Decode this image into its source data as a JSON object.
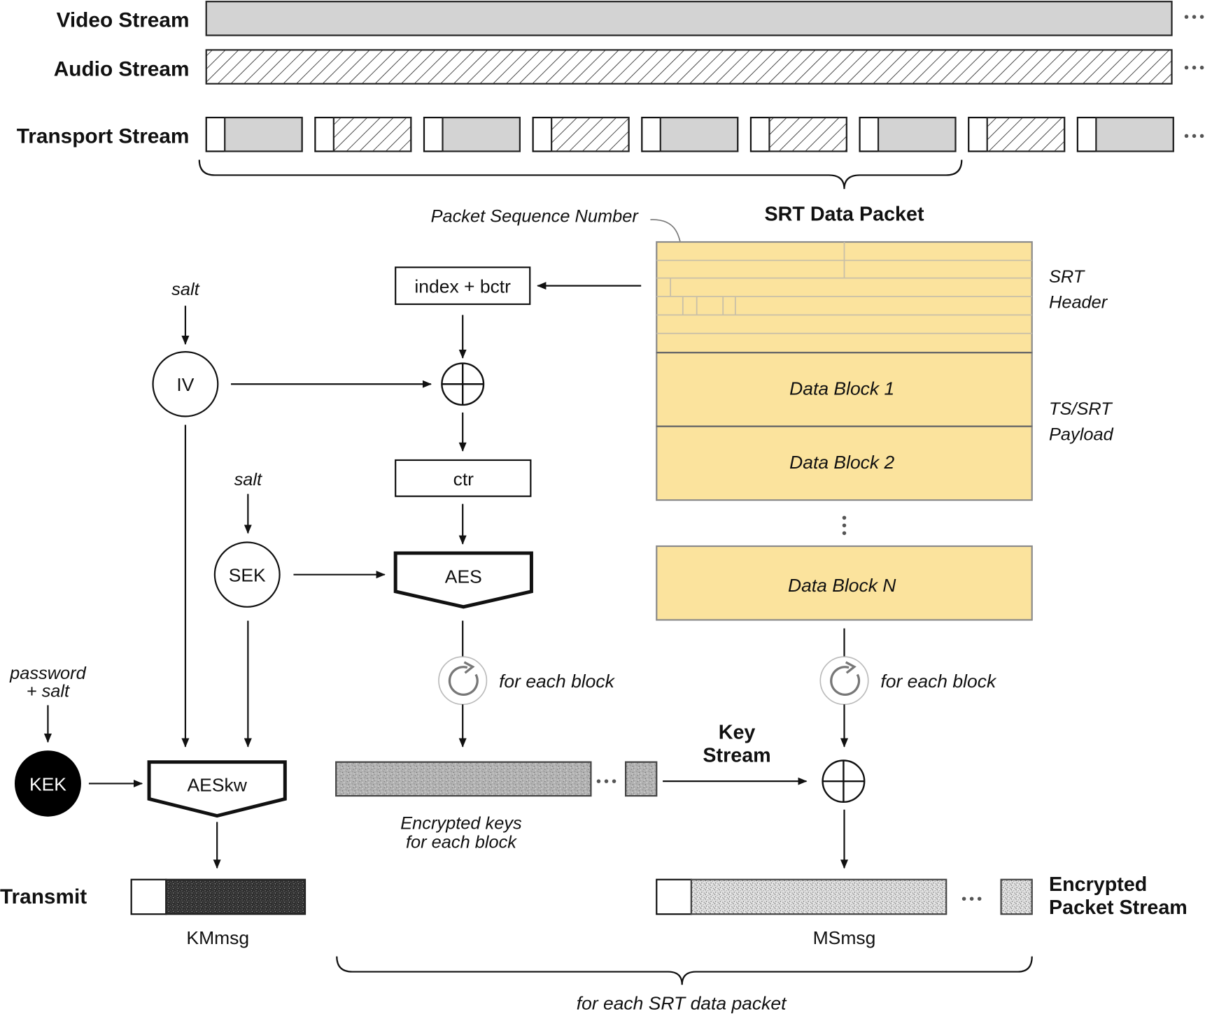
{
  "streams": {
    "video_label": "Video Stream",
    "audio_label": "Audio Stream",
    "transport_label": "Transport Stream"
  },
  "packet": {
    "title": "SRT Data Packet",
    "seq_label": "Packet Sequence Number",
    "header_label_1": "SRT",
    "header_label_2": "Header",
    "payload_label_1": "TS/SRT",
    "payload_label_2": "Payload",
    "block_1": "Data Block 1",
    "block_2": "Data Block 2",
    "block_n": "Data Block N"
  },
  "flow": {
    "salt_iv": "salt",
    "iv": "IV",
    "index_bctr": "index + bctr",
    "ctr": "ctr",
    "salt_sek": "salt",
    "sek": "SEK",
    "aes": "AES",
    "for_each_block_1": "for each block",
    "for_each_block_2": "for each block",
    "password_1": "password",
    "password_2": "+ salt",
    "kek": "KEK",
    "aeskw": "AESkw",
    "key_stream_1": "Key",
    "key_stream_2": "Stream",
    "encrypted_keys_1": "Encrypted keys",
    "encrypted_keys_2": "for each block",
    "transmit": "Transmit",
    "kmmsg": "KMmsg",
    "msmsg": "MSmsg",
    "encrypted_stream_1": "Encrypted",
    "encrypted_stream_2": "Packet Stream",
    "for_each_srt_packet": "for each SRT data packet"
  },
  "icons": {
    "loop": "refresh-icon",
    "xor": "xor-plus-icon",
    "ellipsis": "ellipsis-icon"
  },
  "colors": {
    "payload_fill": "#fbe39d",
    "video_fill": "#d3d3d3",
    "kek_fill": "#000000"
  }
}
